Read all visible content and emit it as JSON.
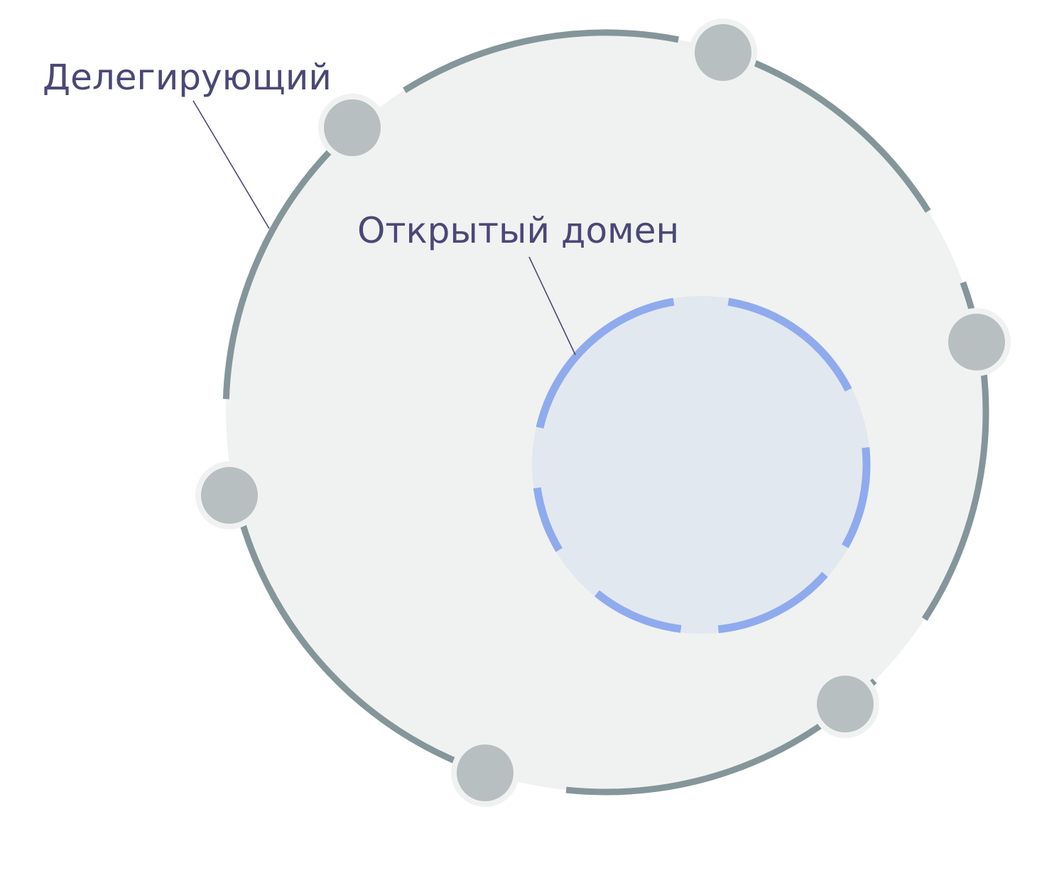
{
  "labels": {
    "outer": "Делегирующий",
    "inner": "Открытый домен"
  },
  "colors": {
    "background": "#ffffff",
    "outer_fill": "#f0f2f1",
    "outer_stroke": "#85969a",
    "node_fill": "#b8bfc1",
    "inner_fill": "#e2e8f0",
    "inner_stroke": "#8fabee",
    "label_text": "#4a4877",
    "leader_line": "#4a4877"
  },
  "diagram": {
    "outer_node_count": 6,
    "inner_gap_count": 6
  }
}
